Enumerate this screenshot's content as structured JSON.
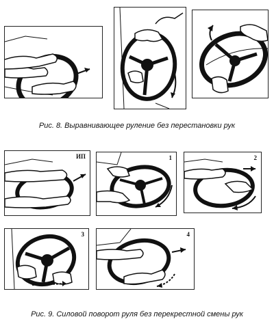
{
  "figure8": {
    "caption": "Рис. 8. Выравнивающее руление без перестановки рук"
  },
  "figure9": {
    "caption": "Рис. 9. Силовой поворот руля без перекрестной смены рук",
    "steps": [
      "ИП",
      "1",
      "2",
      "3",
      "4"
    ]
  },
  "icons": {
    "steering_wheel": "steering-wheel-icon",
    "hand": "hand-icon",
    "rotation_arrow": "rotation-arrow-icon"
  }
}
